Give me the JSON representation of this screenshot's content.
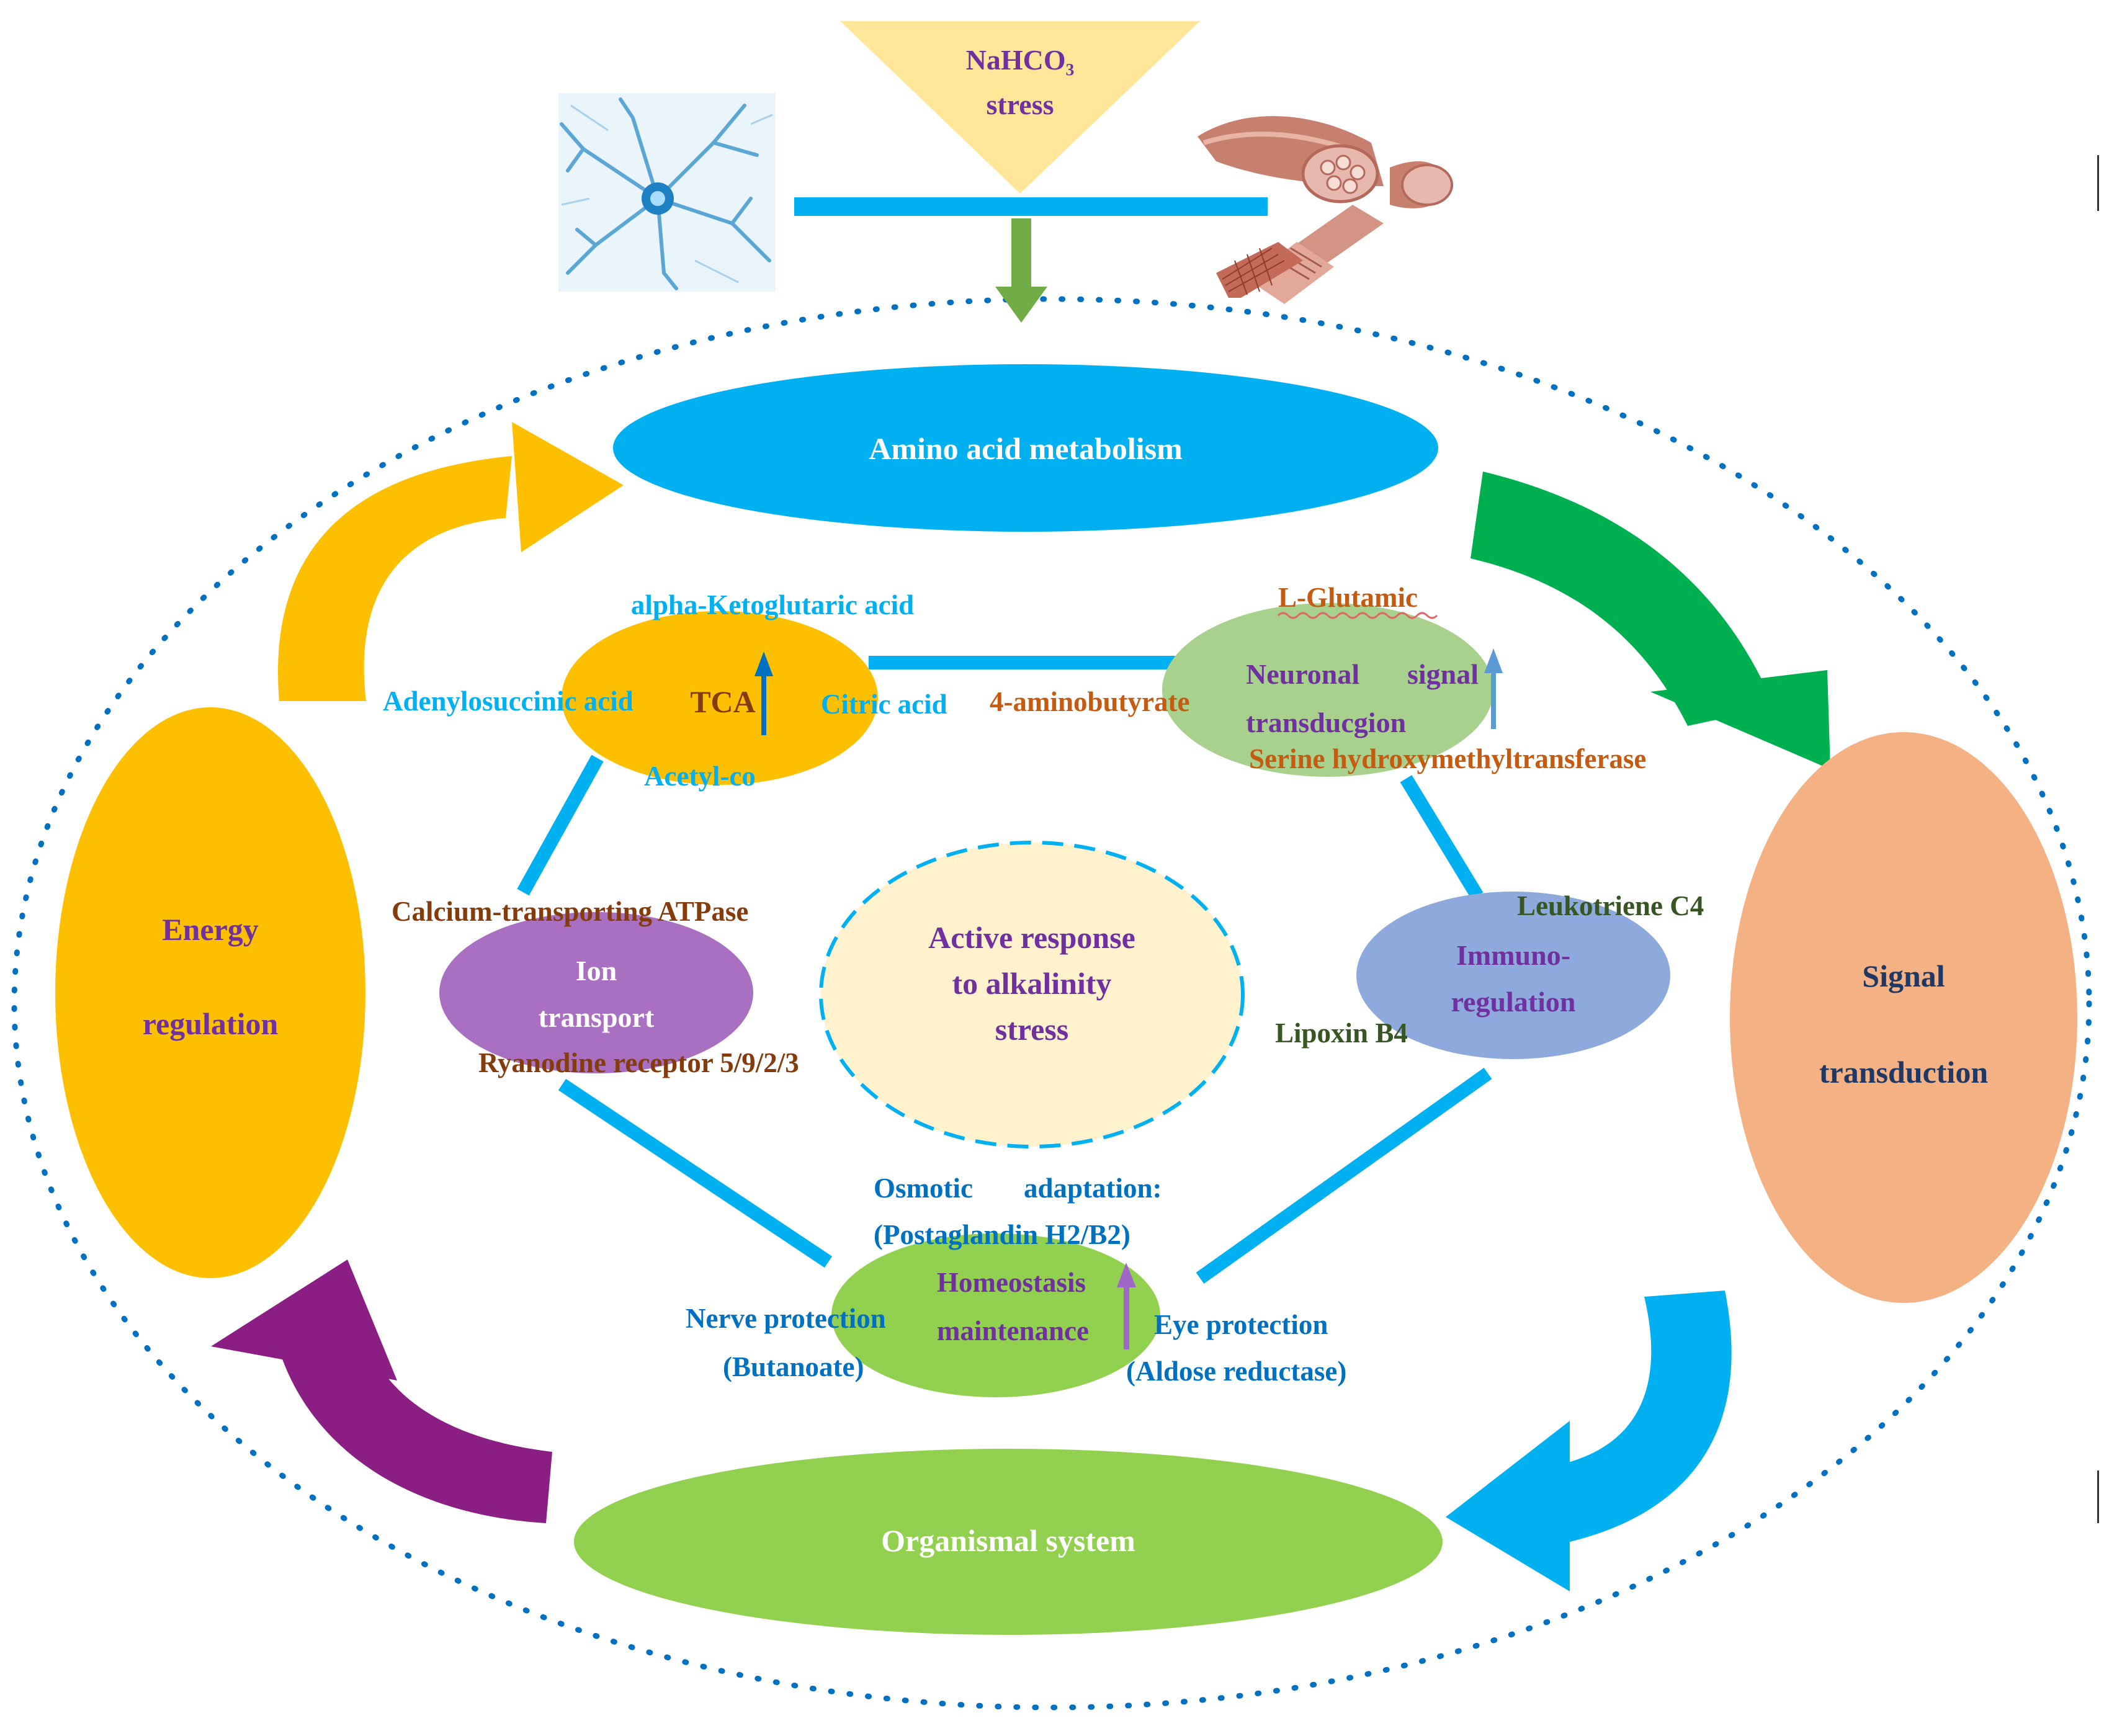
{
  "colors": {
    "energy": "#FDC000",
    "tca": "#FDC000",
    "amino": "#00B0F0",
    "signal": "#F4B183",
    "organismal": "#92D050",
    "homeostasis": "#92D050",
    "neuronal": "#A9D18E",
    "immuno": "#8EA9DB",
    "ion": "#A970C2",
    "active_fill": "#FFF2CC",
    "connector": "#00B0F0",
    "purple_text": "#7030A0",
    "blue_text": "#00B0F0",
    "darkblue_text": "#0070C0",
    "orange_text": "#C55A11",
    "brown_text": "#843C0C",
    "olive_text": "#375623",
    "navy_text": "#1F3864",
    "funnel_fill": "#FFE699",
    "arrow_green": "#00B050",
    "arrow_purple": "#8B1E82",
    "arrow_down": "#70AD47"
  },
  "icons": {
    "neuron": "neuron-cell-icon",
    "muscle": "muscle-fiber-icon"
  },
  "top": {
    "stress_line1": "NaHCO₃",
    "stress_line2": "stress"
  },
  "outer": {
    "amino": "Amino acid metabolism",
    "energy_line1": "Energy",
    "energy_line2": "regulation",
    "signal_line1": "Signal",
    "signal_line2": "transduction",
    "organismal": "Organismal system"
  },
  "center": {
    "line1": "Active response",
    "line2": "to alkalinity",
    "line3": "stress"
  },
  "tca": {
    "label": "TCA",
    "alpha": "alpha-Ketoglutaric acid",
    "adenylo": "Adenylosuccinic acid",
    "citric": "Citric acid",
    "acetyl": "Acetyl-co"
  },
  "neuronal": {
    "lglutamic": "L-Glutamic",
    "line1a": "Neuronal",
    "line1b": "signal",
    "line2": "transducgion",
    "aminobutyrate": "4-aminobutyrate",
    "serine": "Serine hydroxymethyltransferase"
  },
  "ion": {
    "line1": "Ion",
    "line2": "transport",
    "calcium": "Calcium-transporting ATPase",
    "ryanodine": "Ryanodine receptor 5/9/2/3"
  },
  "immuno": {
    "line1": "Immuno-",
    "line2": "regulation",
    "leukotriene": "Leukotriene C4",
    "lipoxin": "Lipoxin B4"
  },
  "homeostasis": {
    "line1": "Homeostasis",
    "line2": "maintenance",
    "osmotic_a": "Osmotic",
    "osmotic_b": "adaptation:",
    "postaglandin": "(Postaglandin H2/B2)",
    "nerve": "Nerve protection",
    "butanoate": "(Butanoate)",
    "eye": "Eye protection",
    "aldose": "(Aldose reductase)"
  }
}
